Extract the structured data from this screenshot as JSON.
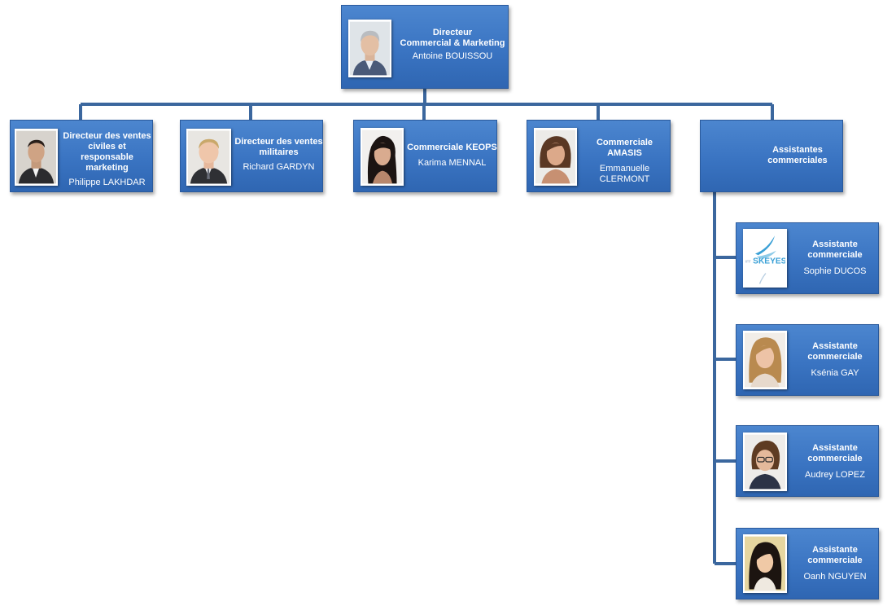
{
  "top": {
    "title": "Directeur\nCommercial & Marketing",
    "name": "Antoine BOUISSOU"
  },
  "level1": [
    {
      "title": "Directeur des ventes\nciviles et responsable\nmarketing",
      "name": "Philippe LAKHDAR"
    },
    {
      "title": "Directeur des ventes\nmilitaires",
      "name": "Richard GARDYN"
    },
    {
      "title": "Commerciale KEOPS",
      "name": "Karima MENNAL"
    },
    {
      "title": "Commerciale AMASIS",
      "name": "Emmanuelle\nCLERMONT"
    },
    {
      "title": "Assistantes\ncommerciales"
    }
  ],
  "assistants": [
    {
      "title": "Assistante\ncommerciale",
      "name": "Sophie DUCOS",
      "logo_text": "SKEYES",
      "logo_prefix": "IFF"
    },
    {
      "title": "Assistante\ncommerciale",
      "name": "Ksénia GAY"
    },
    {
      "title": "Assistante\ncommerciale",
      "name": "Audrey LOPEZ"
    },
    {
      "title": "Assistante\ncommerciale",
      "name": "Oanh NGUYEN"
    }
  ],
  "colors": {
    "box": "#3a74c2",
    "connector": "#3b679e"
  }
}
